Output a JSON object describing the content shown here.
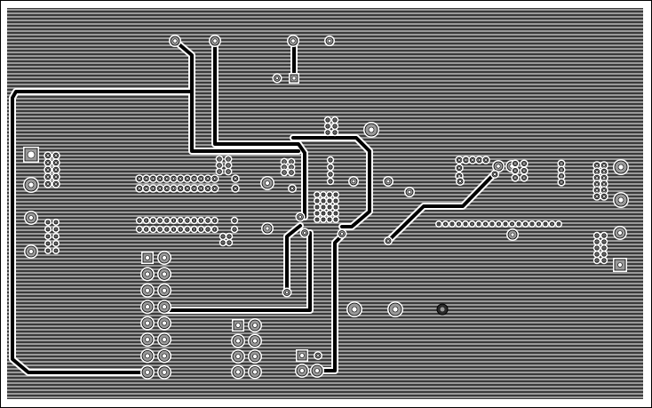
{
  "view": {
    "kind": "pcb-layer"
  },
  "colors": {
    "page_background": "#ffffff",
    "board_outline": "#000000",
    "copper_fill": "#8a8a8a",
    "hatch_line": "#3a3a3a",
    "trace": "#000000",
    "trace_clearance": "#ffffff",
    "pad_ring": "#ffffff",
    "pad_copper": "#9a9a9a",
    "drill_hole": "#111111"
  },
  "board": {
    "layer": "copper",
    "fill_style": "horizontal-hatch"
  }
}
